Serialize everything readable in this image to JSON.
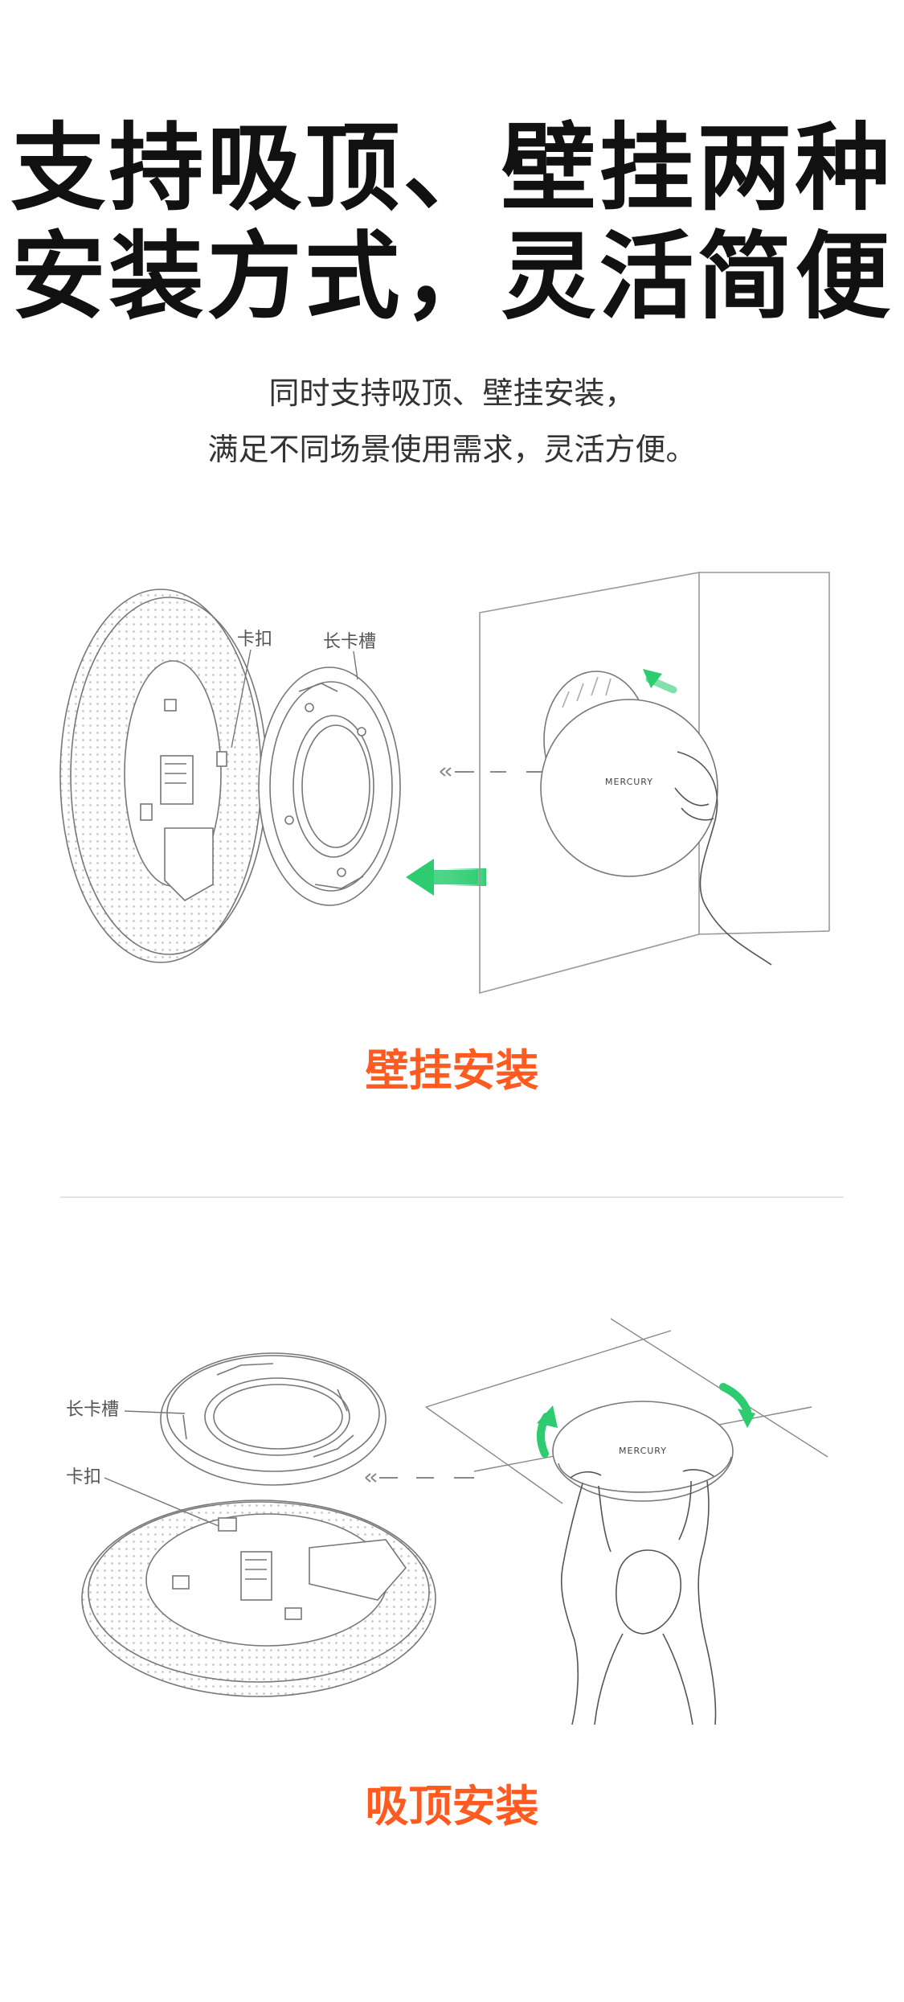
{
  "header": {
    "line1": "支持吸顶、壁挂两种",
    "line2": "安装方式，灵活简便"
  },
  "subtitle": {
    "line1": "同时支持吸顶、壁挂安装，",
    "line2": "满足不同场景使用需求，灵活方便。"
  },
  "wall_section": {
    "callout_clip": "卡扣",
    "callout_slot": "长卡槽",
    "device_brand": "MERCURY",
    "title": "壁挂安装"
  },
  "ceiling_section": {
    "callout_slot": "长卡槽",
    "callout_clip": "卡扣",
    "device_brand": "MERCURY",
    "title": "吸顶安装"
  },
  "colors": {
    "accent_orange": "#ff5a1f",
    "accent_green": "#2ecc71",
    "line_gray": "#8a8a8a"
  }
}
